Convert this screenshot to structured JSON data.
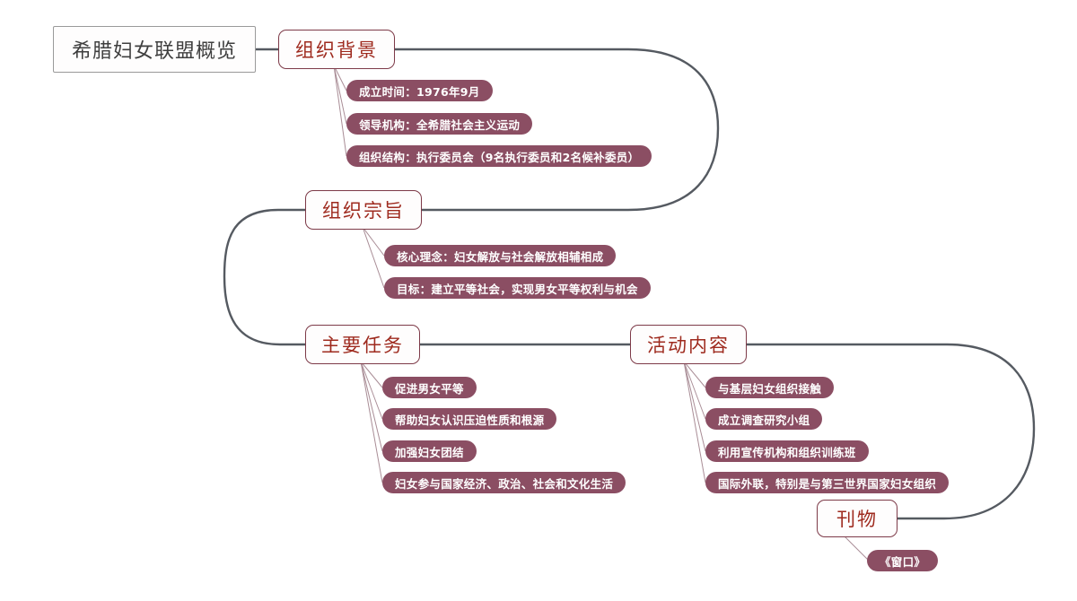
{
  "diagram": {
    "type": "mind-map",
    "title": "希腊妇女联盟概览",
    "colors": {
      "root_border": "#9a9a9a",
      "root_text": "#3f3f3f",
      "branch_border": "#7d3a48",
      "branch_text": "#9e2a1e",
      "pill_fill": "#8b4e63",
      "pill_text": "#ffffff",
      "main_connector": "#555a61",
      "leaf_connector": "#a98d96"
    }
  },
  "root": {
    "label": "希腊妇女联盟概览"
  },
  "branches": [
    {
      "label": "组织背景",
      "leaves": [
        {
          "label": "成立时间：1976年9月"
        },
        {
          "label": "领导机构：全希腊社会主义运动"
        },
        {
          "label": "组织结构：执行委员会（9名执行委员和2名候补委员）"
        }
      ]
    },
    {
      "label": "组织宗旨",
      "leaves": [
        {
          "label": "核心理念：妇女解放与社会解放相辅相成"
        },
        {
          "label": "目标：建立平等社会，实现男女平等权利与机会"
        }
      ]
    },
    {
      "label": "主要任务",
      "leaves": [
        {
          "label": "促进男女平等"
        },
        {
          "label": "帮助妇女认识压迫性质和根源"
        },
        {
          "label": "加强妇女团结"
        },
        {
          "label": "妇女参与国家经济、政治、社会和文化生活"
        }
      ]
    },
    {
      "label": "活动内容",
      "leaves": [
        {
          "label": "与基层妇女组织接触"
        },
        {
          "label": "成立调查研究小组"
        },
        {
          "label": "利用宣传机构和组织训练班"
        },
        {
          "label": "国际外联，特别是与第三世界国家妇女组织"
        }
      ]
    },
    {
      "label": "刊物",
      "leaves": [
        {
          "label": "《窗口》"
        }
      ]
    }
  ]
}
